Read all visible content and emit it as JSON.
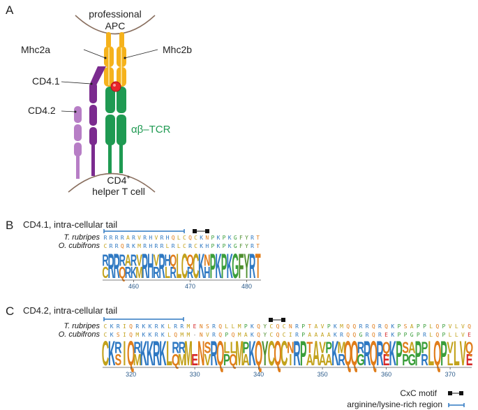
{
  "panelA": {
    "letter": "A",
    "apc_line1": "professional",
    "apc_line2": "APC",
    "mhc2a": "Mhc2a",
    "mhc2b": "Mhc2b",
    "cd41": "CD4.1",
    "cd42": "CD4.2",
    "tcr": "αβ–TCR",
    "tcell_line1": "CD4+",
    "tcell_line2": "helper T cell",
    "colors": {
      "mhc": "#f5b21c",
      "cd41": "#7b2b8f",
      "cd42": "#b77ec6",
      "tcr": "#1f9a52",
      "contact": "#e8262b"
    }
  },
  "panelB": {
    "letter": "B",
    "title": "CD4.1, intra-cellular tail",
    "species1": "T. rubripes",
    "species2": "O. cubifrons",
    "seq1": "RRRRARVRHVRHQLCQCKNPKPKGFYRT",
    "seq2": "CRRQRKMRHRRLRLCRCKHPKPKGFYRT",
    "ticks": [
      {
        "label": "460",
        "pos": 5
      },
      {
        "label": "470",
        "pos": 15
      },
      {
        "label": "480",
        "pos": 25
      }
    ]
  },
  "panelC": {
    "letter": "C",
    "title": "CD4.2, intra-cellular tail",
    "species1": "T. rubripes",
    "species2": "O. cubifrons",
    "seq1": "CKRIQRKKRKLRRMENSRQLLMPKQYCQCNRPTAVPKMQQRRQRQKPSAPPLQPVLVQ",
    "seq2": "CKSIQMKKRKLQMM-NVRQPQMAKQYCQCIRPAAAAKRQQGRQREKPPGPRLQPLLVE",
    "ticks": [
      {
        "label": "320",
        "pos": 4
      },
      {
        "label": "330",
        "pos": 14
      },
      {
        "label": "340",
        "pos": 24
      },
      {
        "label": "350",
        "pos": 34
      },
      {
        "label": "360",
        "pos": 44
      },
      {
        "label": "370",
        "pos": 54
      }
    ]
  },
  "legend": {
    "cxc": "CxC motif",
    "arg_lys": "arginine/lysine-rich region"
  },
  "residue_colors": {
    "basic": "#2e78c2",
    "acidic": "#d62728",
    "hydrophobic": "#c2a21c",
    "polar": "#e07d1a",
    "special": "#3a9e3a",
    "aromatic": "#4f8f2f"
  }
}
